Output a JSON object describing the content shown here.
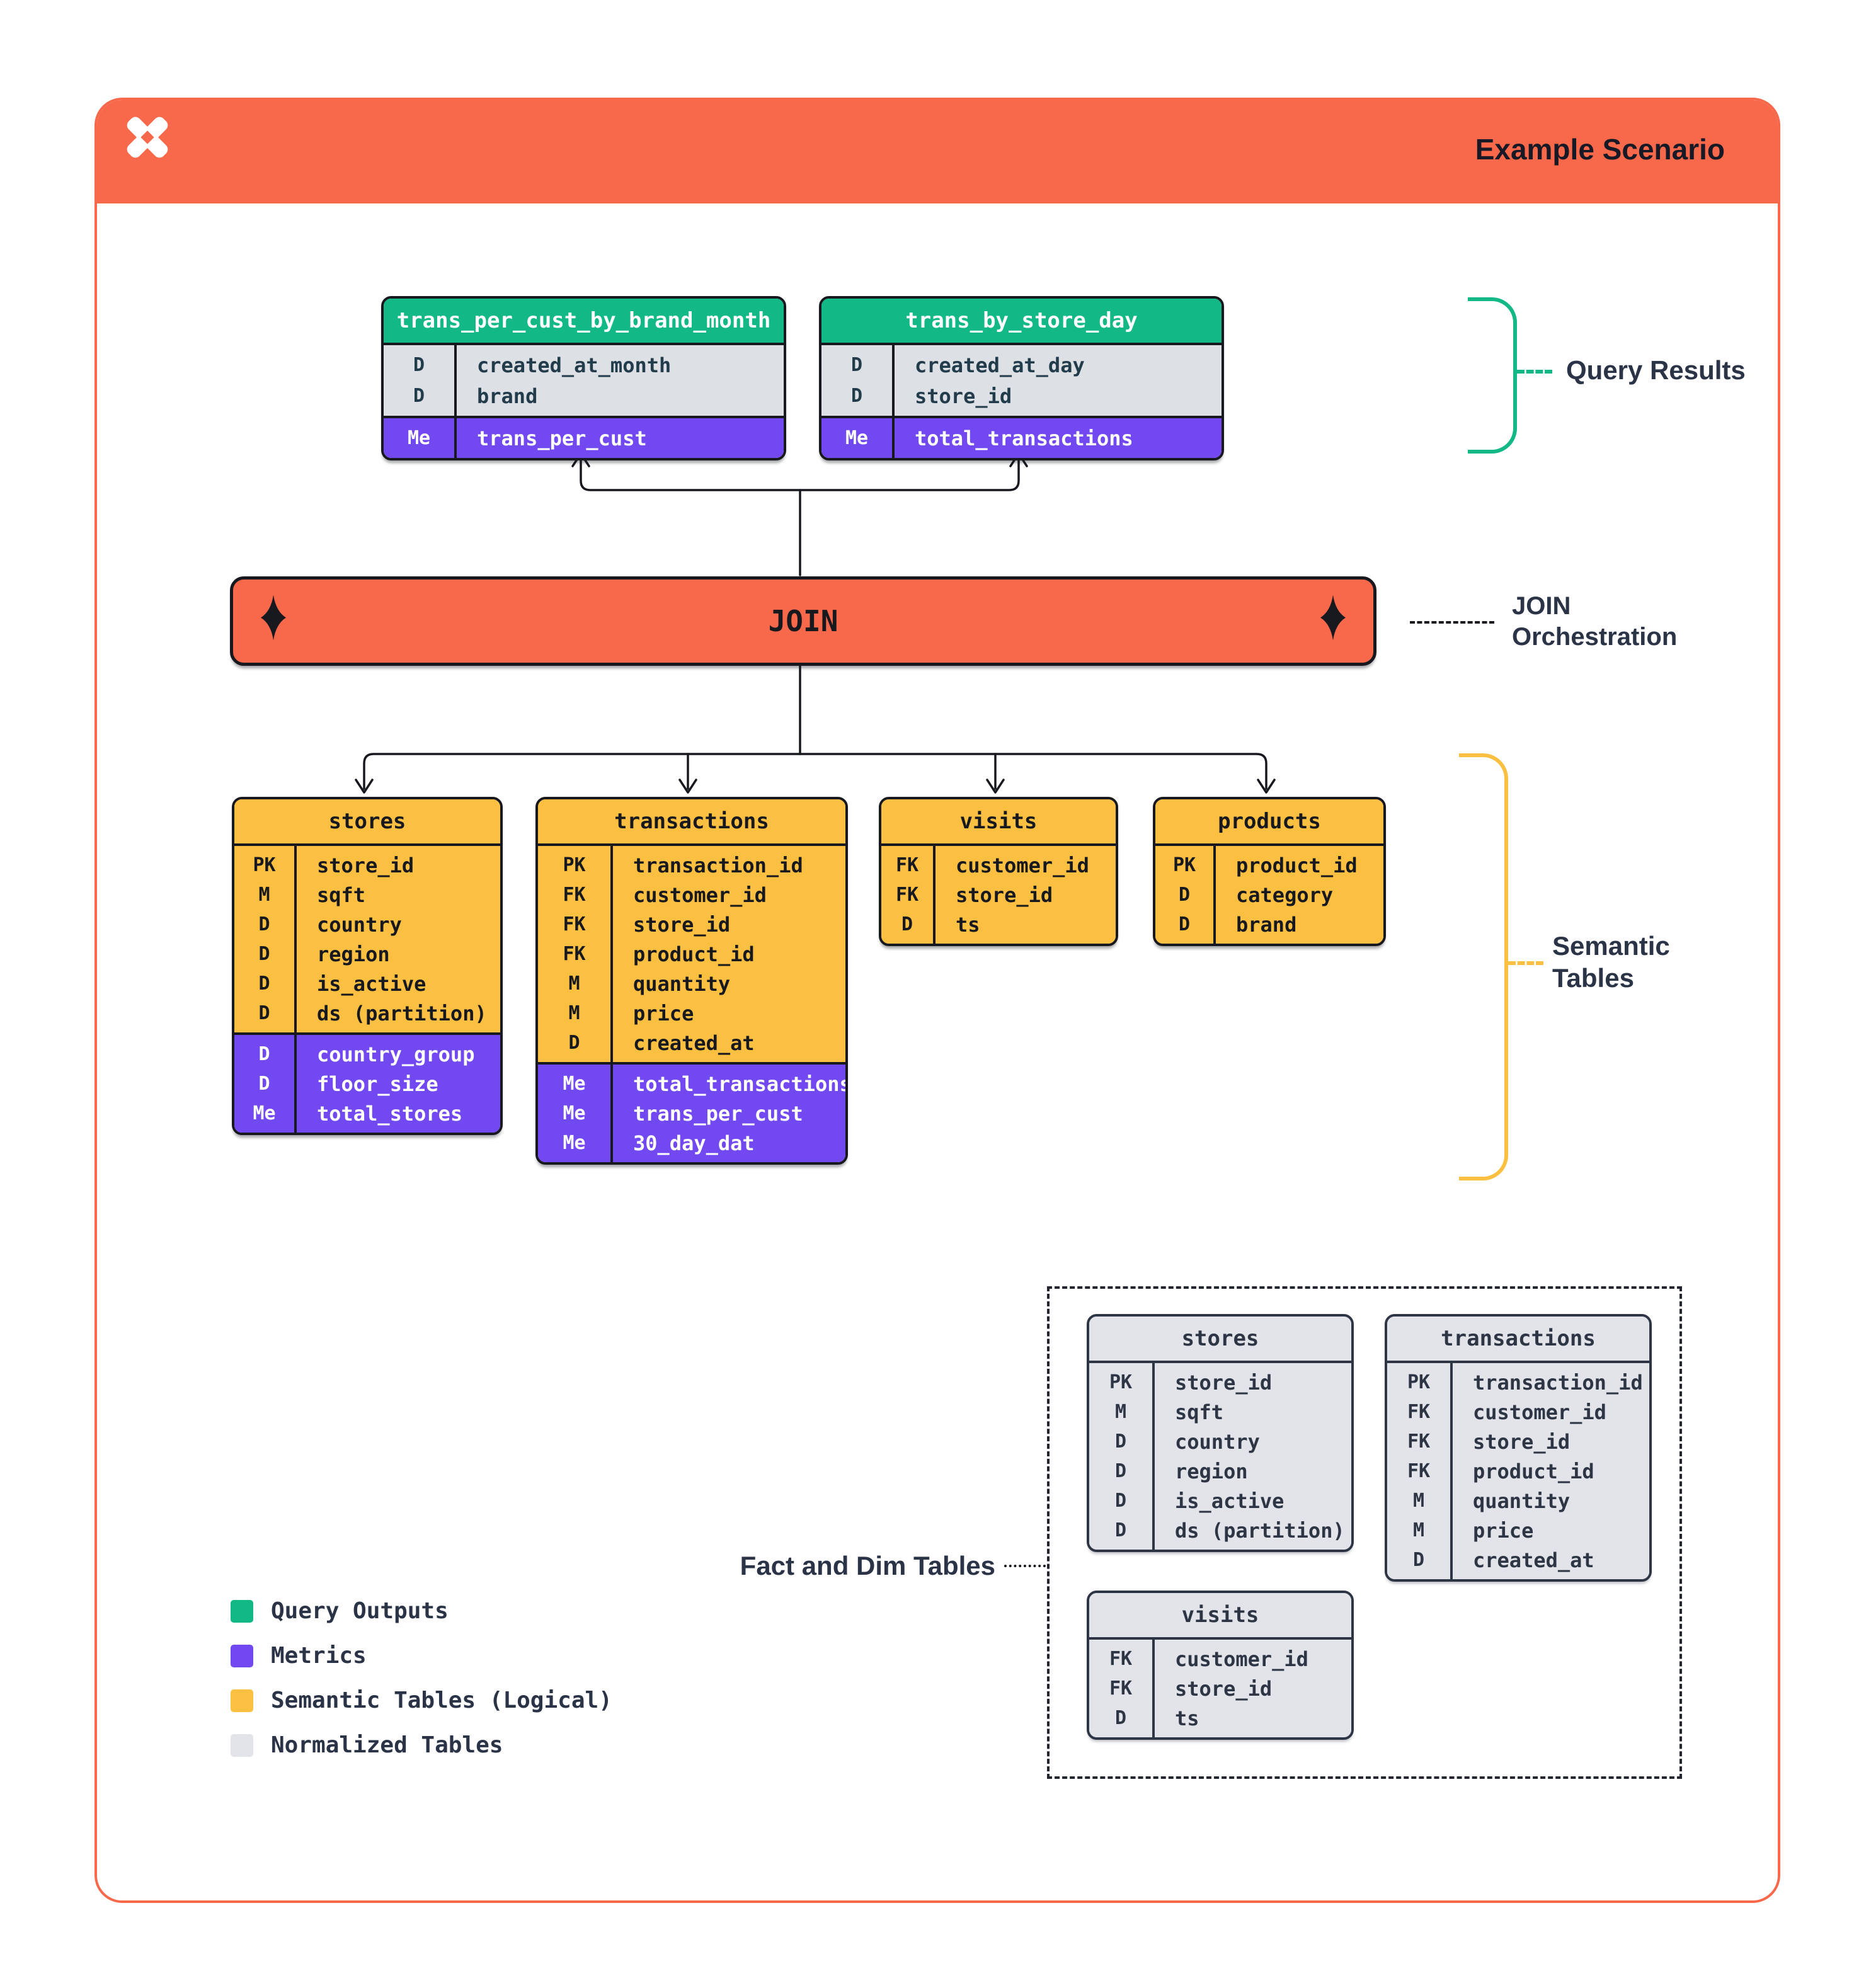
{
  "header": {
    "title": "Example Scenario"
  },
  "join_bar": {
    "label": "JOIN"
  },
  "annotations": {
    "query_results": "Query Results",
    "join_orchestration_l1": "JOIN",
    "join_orchestration_l2": "Orchestration",
    "semantic_l1": "Semantic",
    "semantic_l2": "Tables",
    "fact_and_dim": "Fact and Dim Tables"
  },
  "query_tables": [
    {
      "name": "trans_per_cust_by_brand_month",
      "rows": [
        {
          "k": "D",
          "f": "created_at_month"
        },
        {
          "k": "D",
          "f": "brand"
        }
      ],
      "metrics": [
        {
          "k": "Me",
          "f": "trans_per_cust"
        }
      ]
    },
    {
      "name": "trans_by_store_day",
      "rows": [
        {
          "k": "D",
          "f": "created_at_day"
        },
        {
          "k": "D",
          "f": "store_id"
        }
      ],
      "metrics": [
        {
          "k": "Me",
          "f": "total_transactions"
        }
      ]
    }
  ],
  "semantic_tables": [
    {
      "name": "stores",
      "rows": [
        {
          "k": "PK",
          "f": "store_id"
        },
        {
          "k": "M",
          "f": "sqft"
        },
        {
          "k": "D",
          "f": "country"
        },
        {
          "k": "D",
          "f": "region"
        },
        {
          "k": "D",
          "f": "is_active"
        },
        {
          "k": "D",
          "f": "ds (partition)"
        }
      ],
      "metrics": [
        {
          "k": "D",
          "f": "country_group"
        },
        {
          "k": "D",
          "f": "floor_size"
        },
        {
          "k": "Me",
          "f": "total_stores"
        }
      ]
    },
    {
      "name": "transactions",
      "rows": [
        {
          "k": "PK",
          "f": "transaction_id"
        },
        {
          "k": "FK",
          "f": "customer_id"
        },
        {
          "k": "FK",
          "f": "store_id"
        },
        {
          "k": "FK",
          "f": "product_id"
        },
        {
          "k": "M",
          "f": "quantity"
        },
        {
          "k": "M",
          "f": "price"
        },
        {
          "k": "D",
          "f": "created_at"
        }
      ],
      "metrics": [
        {
          "k": "Me",
          "f": "total_transactions"
        },
        {
          "k": "Me",
          "f": "trans_per_cust"
        },
        {
          "k": "Me",
          "f": "30_day_dat"
        }
      ]
    },
    {
      "name": "visits",
      "rows": [
        {
          "k": "FK",
          "f": "customer_id"
        },
        {
          "k": "FK",
          "f": "store_id"
        },
        {
          "k": "D",
          "f": "ts"
        }
      ],
      "metrics": []
    },
    {
      "name": "products",
      "rows": [
        {
          "k": "PK",
          "f": "product_id"
        },
        {
          "k": "D",
          "f": "category"
        },
        {
          "k": "D",
          "f": "brand"
        }
      ],
      "metrics": []
    }
  ],
  "normalized_tables": [
    {
      "name": "stores",
      "rows": [
        {
          "k": "PK",
          "f": "store_id"
        },
        {
          "k": "M",
          "f": "sqft"
        },
        {
          "k": "D",
          "f": "country"
        },
        {
          "k": "D",
          "f": "region"
        },
        {
          "k": "D",
          "f": "is_active"
        },
        {
          "k": "D",
          "f": "ds (partition)"
        }
      ]
    },
    {
      "name": "transactions",
      "rows": [
        {
          "k": "PK",
          "f": "transaction_id"
        },
        {
          "k": "FK",
          "f": "customer_id"
        },
        {
          "k": "FK",
          "f": "store_id"
        },
        {
          "k": "FK",
          "f": "product_id"
        },
        {
          "k": "M",
          "f": "quantity"
        },
        {
          "k": "M",
          "f": "price"
        },
        {
          "k": "D",
          "f": "created_at"
        }
      ]
    },
    {
      "name": "visits",
      "rows": [
        {
          "k": "FK",
          "f": "customer_id"
        },
        {
          "k": "FK",
          "f": "store_id"
        },
        {
          "k": "D",
          "f": "ts"
        }
      ]
    }
  ],
  "legend": {
    "items": [
      {
        "label": "Query Outputs",
        "color": "#12B886"
      },
      {
        "label": "Metrics",
        "color": "#7248F0"
      },
      {
        "label": "Semantic Tables (Logical)",
        "color": "#FBC042"
      },
      {
        "label": "Normalized Tables",
        "color": "#E2E4E9"
      }
    ]
  },
  "colors": {
    "orange": "#F8684A",
    "green": "#12B886",
    "purple": "#7248F0",
    "yellow": "#FBC042",
    "normalized_gray": "#E2E4E9",
    "ink": "#17191F",
    "navy": "#2B3447"
  }
}
